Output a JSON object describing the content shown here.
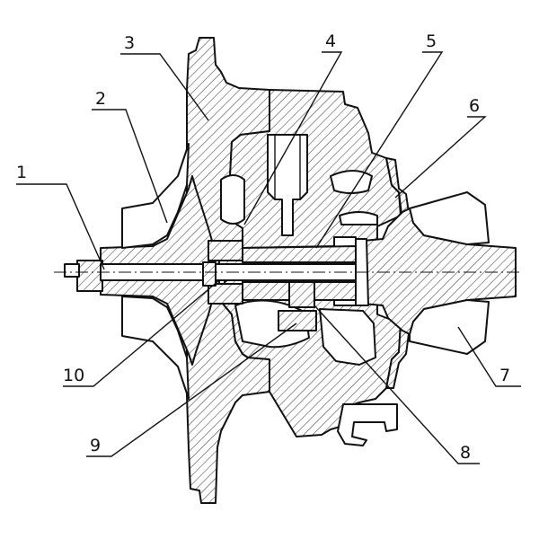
{
  "figure": {
    "callouts": [
      {
        "id": "callout-1",
        "label": "1"
      },
      {
        "id": "callout-2",
        "label": "2"
      },
      {
        "id": "callout-3",
        "label": "3"
      },
      {
        "id": "callout-4",
        "label": "4"
      },
      {
        "id": "callout-5",
        "label": "5"
      },
      {
        "id": "callout-6",
        "label": "6"
      },
      {
        "id": "callout-7",
        "label": "7"
      },
      {
        "id": "callout-8",
        "label": "8"
      },
      {
        "id": "callout-9",
        "label": "9"
      },
      {
        "id": "callout-10",
        "label": "10"
      }
    ]
  }
}
